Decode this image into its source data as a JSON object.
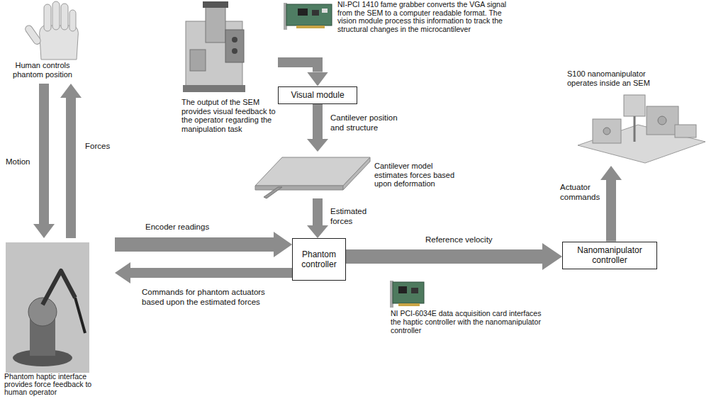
{
  "diagram": {
    "nodes": [
      {
        "text": [
          "Human controls phantom position"
        ]
      },
      {
        "text": [
          "The output of the SEM provides visual feedback to the operator regarding the manipulation task"
        ]
      },
      {
        "text": [
          "NI-PCI 1410 fame grabber converts the VGA signal from the SEM to a computer readable format. The vision module process this information to track the structural changes in the microcantilever"
        ]
      },
      {
        "text": [
          "Visual module"
        ]
      },
      {
        "text": [
          "Cantilever model estimates forces based upon deformation"
        ]
      },
      {
        "text": [
          "S100 nanomanipulator operates inside an SEM"
        ]
      },
      {
        "text": [
          "Phantom haptic interface provides force feedback to human operator"
        ]
      },
      {
        "text": [
          "Phantom controller"
        ]
      },
      {
        "text": [
          "Nanomanipulator controller"
        ]
      },
      {
        "text": [
          "NI PCI-6034E data acquisition card interfaces the haptic controller with the nanomanipulator controller"
        ]
      }
    ],
    "edges": [
      {
        "from": 0,
        "to": 6,
        "label": "Motion",
        "arrow": "to"
      },
      {
        "from": 6,
        "to": 0,
        "label": "Forces",
        "arrow": "to"
      },
      {
        "from": 1,
        "to": 3,
        "arrow": "to"
      },
      {
        "from": 3,
        "to": 4,
        "label": "Cantilever position and structure",
        "arrow": "to"
      },
      {
        "from": 4,
        "to": 7,
        "label": "Estimated forces",
        "arrow": "to"
      },
      {
        "from": 6,
        "to": 7,
        "label": "Encoder readings",
        "arrow": "to"
      },
      {
        "from": 7,
        "to": 6,
        "label": "Commands for phantom actuators based upon the estimated forces",
        "arrow": "to"
      },
      {
        "from": 7,
        "to": 8,
        "label": "Reference velocity",
        "arrow": "to"
      },
      {
        "from": 8,
        "to": 5,
        "label": "Actuator commands",
        "arrow": "to"
      }
    ]
  }
}
